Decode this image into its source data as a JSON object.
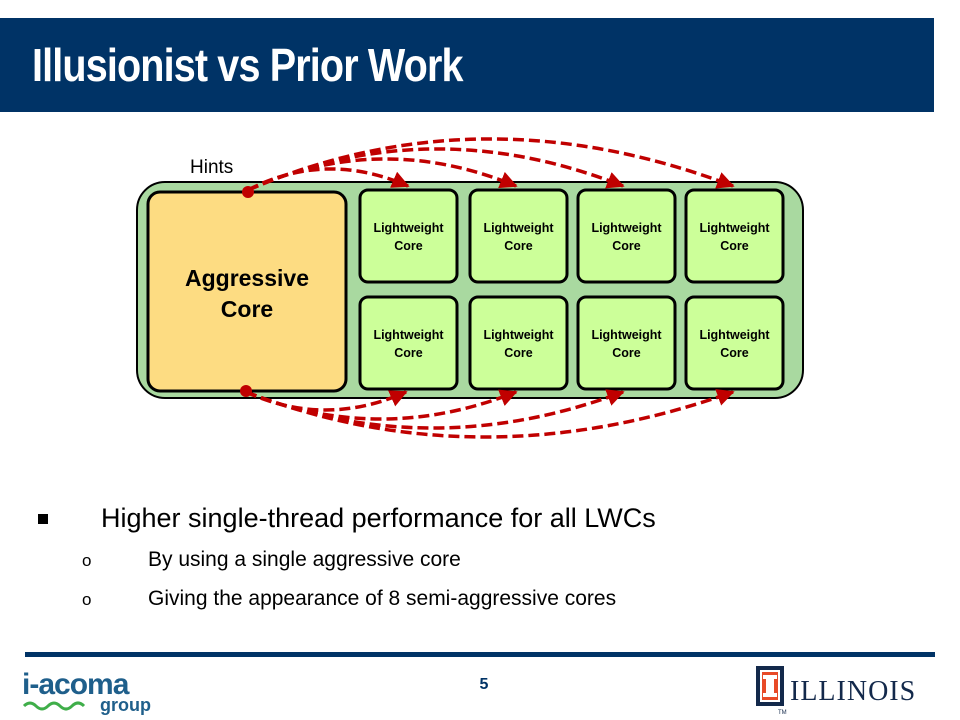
{
  "slide": {
    "title": "Illusionist vs Prior Work",
    "page_number": "5"
  },
  "diagram": {
    "hints_label": "Hints",
    "aggressive_core": {
      "line1": "Aggressive",
      "line2": "Core"
    },
    "lightweight_cores": [
      {
        "line1": "Lightweight",
        "line2": "Core"
      },
      {
        "line1": "Lightweight",
        "line2": "Core"
      },
      {
        "line1": "Lightweight",
        "line2": "Core"
      },
      {
        "line1": "Lightweight",
        "line2": "Core"
      },
      {
        "line1": "Lightweight",
        "line2": "Core"
      },
      {
        "line1": "Lightweight",
        "line2": "Core"
      },
      {
        "line1": "Lightweight",
        "line2": "Core"
      },
      {
        "line1": "Lightweight",
        "line2": "Core"
      }
    ],
    "colors": {
      "chip": "#a9d9a0",
      "aggressive": "#fddc82",
      "lightweight": "#ccff99",
      "arrows": "#c00000"
    }
  },
  "bullets": {
    "main": "Higher single-thread performance for all LWCs",
    "sub": [
      "By using a single aggressive core",
      "Giving the appearance of 8 semi-aggressive cores"
    ],
    "main_marker": "square-bullet",
    "sub_marker": "o"
  },
  "logos": {
    "left": {
      "part1": "i-acoma",
      "part2": "group"
    },
    "right": {
      "text": "ILLINOIS",
      "mark": "TM"
    }
  },
  "colors": {
    "brand_navy": "#003366"
  }
}
